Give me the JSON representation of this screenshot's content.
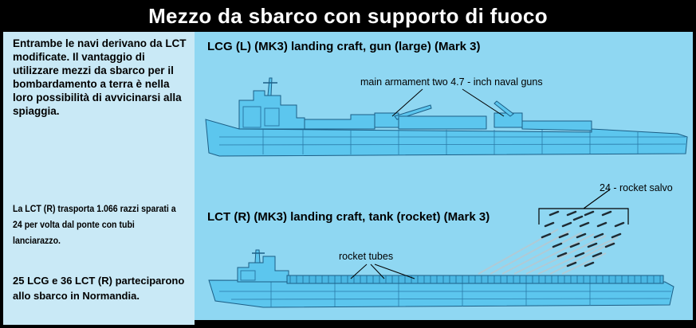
{
  "title": "Mezzo da sbarco con supporto di fuoco",
  "notes": {
    "n1": "Entrambe le navi derivano da LCT modificate. Il vantaggio di utilizzare mezzi da sbarco per il bombardamento a terra è nella loro possibilità di avvicinarsi alla spiaggia.",
    "n2": "La LCT (R) trasporta 1.066 razzi sparati a 24 per volta dal ponte con  tubi lanciarazzo.",
    "n3": "25 LCG e 36 LCT (R) parteciparono allo sbarco in Normandia."
  },
  "lcg": {
    "title": "LCG (L) (MK3) landing craft, gun (large) (Mark 3)",
    "annotation": "main armament two 4.7 - inch naval guns"
  },
  "lct": {
    "title": "LCT (R) (MK3) landing craft, tank (rocket) (Mark 3)",
    "salvo_label": "24 - rocket salvo",
    "tubes_label": "rocket tubes"
  },
  "colors": {
    "ship_fill": "#5cc6ee",
    "ship_stroke": "#1b5e86",
    "panel_left": "#c9e9f6",
    "panel_right": "#8fd7f2"
  }
}
